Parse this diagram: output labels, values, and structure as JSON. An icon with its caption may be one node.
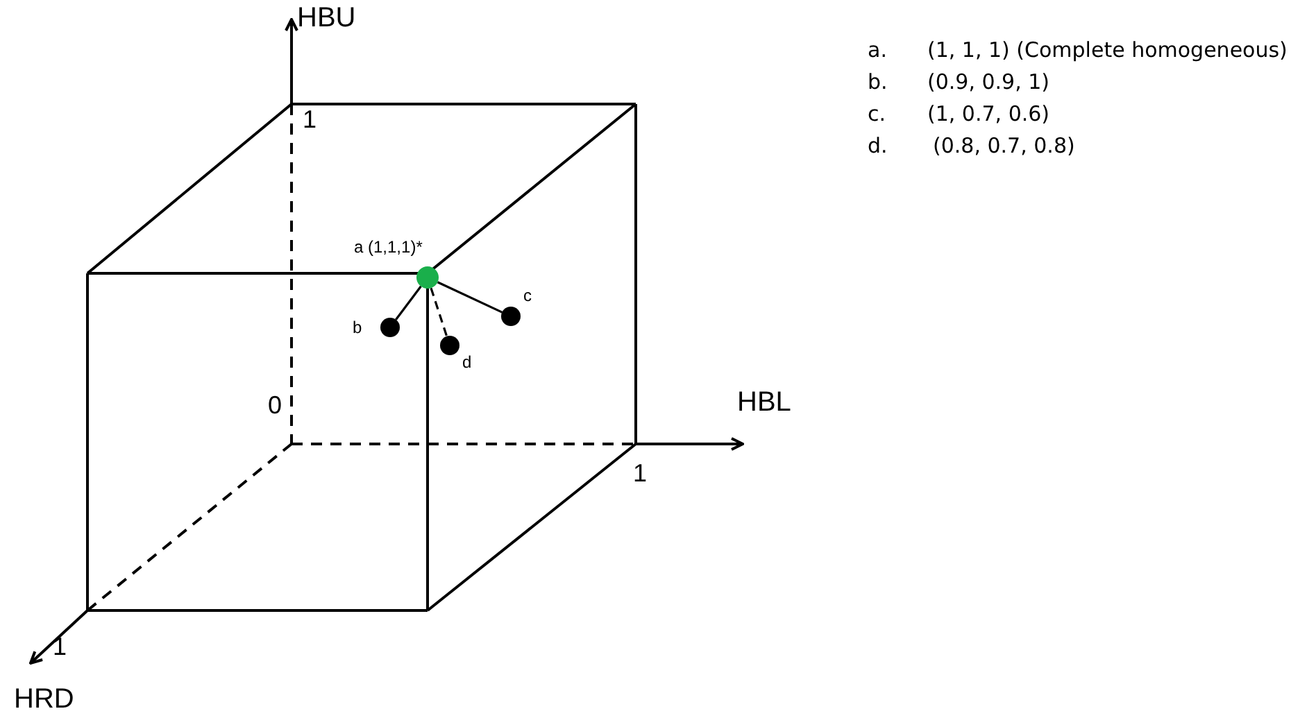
{
  "diagram": {
    "nodes": [
      {
        "text": [],
        "shape": "circle",
        "beside": [
          "a (1,1,1)*"
        ]
      },
      {
        "text": [],
        "shape": "circle",
        "beside": [
          "b"
        ]
      },
      {
        "text": [],
        "shape": "circle",
        "beside": [
          "d"
        ]
      },
      {
        "text": [],
        "shape": "circle",
        "beside": [
          "c"
        ]
      }
    ],
    "edges": [
      {
        "from": 0,
        "to": 1,
        "arrow": "none"
      },
      {
        "from": 0,
        "to": 2,
        "arrow": "none",
        "style": "dashed"
      },
      {
        "from": 0,
        "to": 3,
        "arrow": "none"
      }
    ],
    "labels": [
      "HBU",
      "1",
      "a.",
      "(1, 1, 1) (Complete homogeneous)",
      "b.",
      "(0.9, 0.9, 1)",
      "c.",
      "(1, 0.7, 0.6)",
      "d.",
      "(0.8, 0.7, 0.8)",
      "HBL",
      "0",
      "1",
      "1",
      "HRD"
    ]
  }
}
